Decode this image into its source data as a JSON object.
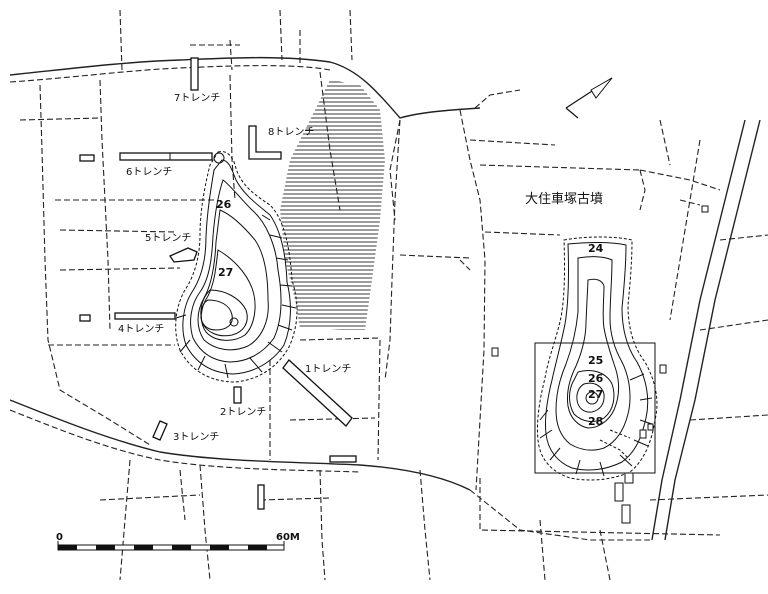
{
  "map": {
    "kofun_name": "大住車塚古墳",
    "trenches": [
      {
        "label": "1トレンチ"
      },
      {
        "label": "2トレンチ"
      },
      {
        "label": "3トレンチ"
      },
      {
        "label": "4トレンチ"
      },
      {
        "label": "5トレンチ"
      },
      {
        "label": "6トレンチ"
      },
      {
        "label": "7トレンチ"
      },
      {
        "label": "8トレンチ"
      }
    ],
    "west_mound_contours": [
      "26",
      "27"
    ],
    "east_mound_contours": [
      "24",
      "25",
      "26",
      "27",
      "28"
    ],
    "scale": {
      "start": "0",
      "end": "60M"
    },
    "icons": {
      "north_arrow": "north-arrow-icon"
    }
  }
}
